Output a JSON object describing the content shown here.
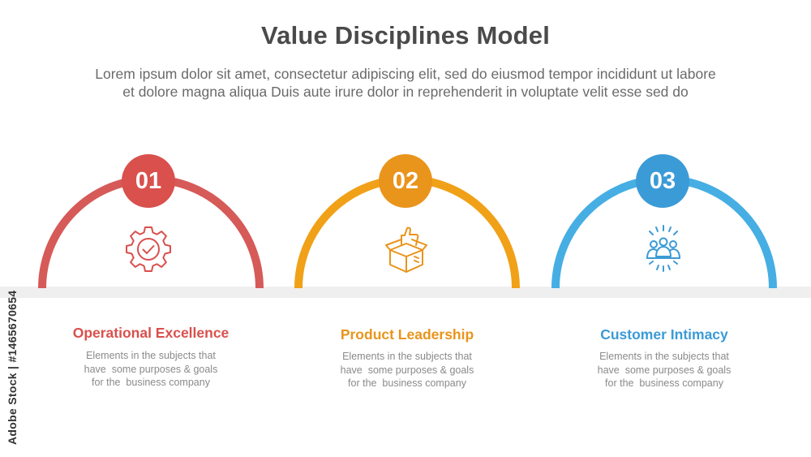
{
  "header": {
    "title": "Value Disciplines Model",
    "subtitle_lines": [
      "Lorem ipsum dolor sit amet, consectetur adipiscing elit, sed do eiusmod tempor incididunt ut labore",
      "et dolore magna aliqua Duis aute irure dolor in reprehenderit in voluptate velit esse sed do"
    ]
  },
  "items": [
    {
      "number": "01",
      "title": "Operational Excellence",
      "desc_lines": [
        "Elements in the subjects that",
        "have  some purposes & goals",
        "for the  business company"
      ],
      "color": "#D9504D",
      "arc_color": "#D65A58",
      "icon": "gear-check-icon"
    },
    {
      "number": "02",
      "title": "Product Leadership",
      "desc_lines": [
        "Elements in the subjects that",
        "have  some purposes & goals",
        "for the  business company"
      ],
      "color": "#E9941B",
      "arc_color": "#F0A118",
      "icon": "product-box-thumbs-up-icon"
    },
    {
      "number": "03",
      "title": "Customer Intimacy",
      "desc_lines": [
        "Elements in the subjects that",
        "have  some purposes & goals",
        "for the  business company"
      ],
      "color": "#3B9BD6",
      "arc_color": "#46AEE3",
      "icon": "customer-group-icon"
    }
  ],
  "side_watermark": "Adobe Stock | #1465670654"
}
